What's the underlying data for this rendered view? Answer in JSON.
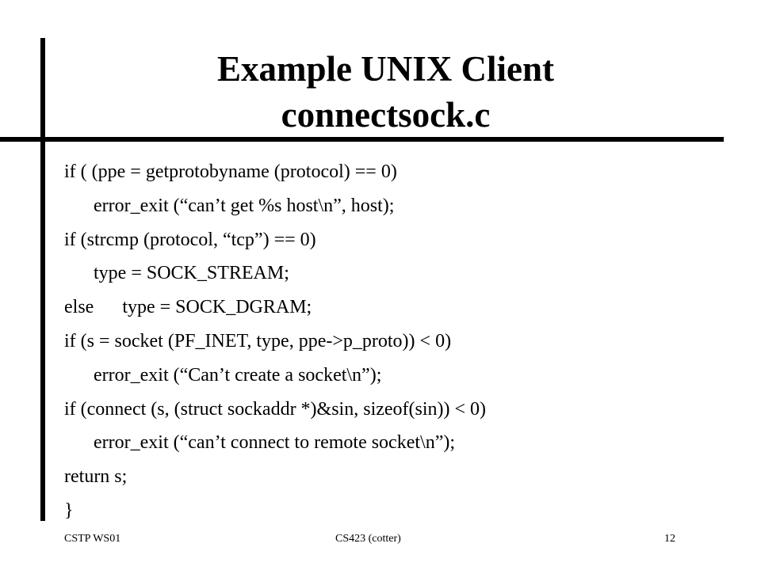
{
  "slide": {
    "title_line1": "Example UNIX Client",
    "title_line2": "connectsock.c",
    "code_lines": [
      {
        "text": "if ( (ppe = getprotobyname (protocol) == 0)",
        "indent": false
      },
      {
        "text": "error_exit (“can’t get %s host\\n”, host);",
        "indent": true
      },
      {
        "text": "if (strcmp (protocol, “tcp”) == 0)",
        "indent": false
      },
      {
        "text": "type = SOCK_STREAM;",
        "indent": true
      },
      {
        "text": "else      type = SOCK_DGRAM;",
        "indent": false
      },
      {
        "text": "if (s = socket (PF_INET, type, ppe->p_proto)) < 0)",
        "indent": false
      },
      {
        "text": "error_exit (“Can’t create a socket\\n”);",
        "indent": true
      },
      {
        "text": "if (connect (s, (struct sockaddr *)&sin, sizeof(sin)) < 0)",
        "indent": false
      },
      {
        "text": "error_exit (“can’t connect to remote socket\\n”);",
        "indent": true
      },
      {
        "text": "return s;",
        "indent": false
      },
      {
        "text": "}",
        "indent": false
      }
    ]
  },
  "footer": {
    "left": "CSTP WS01",
    "center": "CS423 (cotter)",
    "page_number": "12"
  },
  "colors": {
    "background": "#ffffff",
    "text": "#000000",
    "rules": "#000000"
  }
}
